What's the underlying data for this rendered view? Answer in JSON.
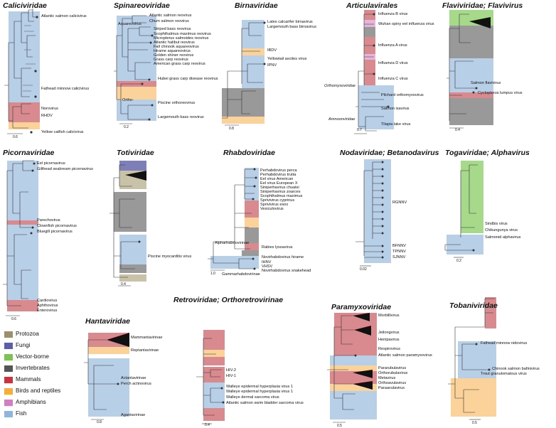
{
  "legend": [
    {
      "label": "Protozoa",
      "color": "#9b8f6e"
    },
    {
      "label": "Fungi",
      "color": "#5d5ea8"
    },
    {
      "label": "Vector-borne",
      "color": "#7dc254"
    },
    {
      "label": "Invertebrates",
      "color": "#555555"
    },
    {
      "label": "Mammals",
      "color": "#c6353e"
    },
    {
      "label": "Birds and reptiles",
      "color": "#f6ad3c"
    },
    {
      "label": "Amphibians",
      "color": "#d27fc0"
    },
    {
      "label": "Fish",
      "color": "#8fb5dc"
    }
  ],
  "panels": [
    {
      "id": "caliciviridae",
      "title": "Caliciviridae",
      "scale": "0.6",
      "labels": [
        "Atlantic salmon calicivirus",
        "Fathead minnow calicivirus",
        "Norovirus",
        "RHDV",
        "Yellow catfish calicivirus"
      ]
    },
    {
      "id": "spinareoviridae",
      "title": "Spinareoviridae",
      "scale": "0.2",
      "labels": [
        "Atlantic salmon reovirus",
        "Chum salmon reovirus",
        "Aquareovirus",
        "Striped bass reovirus",
        "Scophthalmus maximus reovirus",
        "Micropterus salmoides reovirus",
        "Atlantic halibut reovirus",
        "Fall chinook aquareovirus",
        "Hirame aquareovirus",
        "Golden shiner reovirus",
        "Grass carp reovirus",
        "American grass carp reovirus",
        "Hubei grass carp disease reovirus",
        "Ortho-",
        "Piscine orthoreovirus",
        "Largemouth bass reovirus"
      ]
    },
    {
      "id": "birnaviridae",
      "title": "Birnaviridae",
      "scale": "0.8",
      "labels": [
        "Lates calcarifer birnavirus",
        "Largemouth bass birnavirus",
        "IBDV",
        "Yellowtail ascites virus",
        "IPNV"
      ]
    },
    {
      "id": "articulavirales",
      "title": "Articulavirales",
      "scale": "0.7",
      "labels": [
        "Influenza B virus",
        "Wuhan spiny eel influenza virus",
        "Influenza A virus",
        "Influenza D virus",
        "Influenza C virus",
        "Orthomyxoviridae",
        "Pilchard orthomyxovirus",
        "Salmon isavirus",
        "Amnoonviridae",
        "Tilapia lake virus"
      ]
    },
    {
      "id": "flaviviridae",
      "title": "Flaviviridae; Flavivirus",
      "scale": "0.4",
      "labels": [
        "Salmon flavivirus",
        "Cyclopterus lumpus virus"
      ]
    },
    {
      "id": "picornaviridae",
      "title": "Picornaviridae",
      "scale": "0.6",
      "labels": [
        "Eel picornavirus",
        "Gilthead seabream picornavirus",
        "Parechovirus",
        "Clownfish picornavirus",
        "Bluegill picornavirus",
        "Cardiovirus",
        "Aphthovirus",
        "Enterovirus"
      ]
    },
    {
      "id": "totiviridae",
      "title": "Totiviridae",
      "scale": "0.4",
      "labels": [
        "Piscine myocarditis virus"
      ]
    },
    {
      "id": "rhabdoviridae",
      "title": "Rhabdoviridae",
      "scale": "1.0",
      "labels": [
        "Perhabdovirus perca",
        "Perhabdovirus trutta",
        "Eel virus American",
        "Eel virus European X",
        "Siniperhavirus chuatsi",
        "Siniperhavirus zoarces",
        "Scophthalmus maximus",
        "Sprivivirus cyprinus",
        "Sprivivirus esox",
        "Vesiculovirus",
        "Alpharhabdovirinae",
        "Rabies lyssavirus",
        "Novirhabdovirus hirame",
        "IHNV",
        "VHSV",
        "Novirhabdovirus snakehead",
        "Gammarhabdovirinae"
      ]
    },
    {
      "id": "nodaviridae",
      "title": "Nodaviridae; Betanodavirus",
      "scale": "0.02",
      "labels": [
        "RGNNV",
        "BFNNV",
        "TPNNV",
        "SJNNV"
      ]
    },
    {
      "id": "togaviridae",
      "title": "Togaviridae; Alphavirus",
      "scale": "0.2",
      "labels": [
        "Sindbis virus",
        "Chikungunya virus",
        "Salmonid alphavirus"
      ]
    },
    {
      "id": "hantaviridae",
      "title": "Hantaviridae",
      "scale": "0.8",
      "labels": [
        "Mammantavirinae",
        "Reptantavirinae",
        "Actantavirinae",
        "Perch actinovirus",
        "Agantavirinae"
      ]
    },
    {
      "id": "retroviridae",
      "title": "Retroviridae; Orthoretrovirinae",
      "scale": "0.4",
      "labels": [
        "HIV-2",
        "HIV-1",
        "Walleye epidermal hyperplasia virus 1",
        "Walleye epidermal hyperplasia virus 1",
        "Walleye dermal sarcoma virus",
        "Atlantic salmon swim bladder sarcoma virus"
      ]
    },
    {
      "id": "paramyxoviridae",
      "title": "Paramyxoviridae",
      "scale": "0.5",
      "labels": [
        "Morbillivirus",
        "Jeilongvirus",
        "Henipavirus",
        "Respirovirus",
        "Atlantic salmon paramyxovirus",
        "Pararubulavirus",
        "Orthorubulavirus",
        "Metavirus",
        "Orthoavulavirus",
        "Paraavulavirus"
      ]
    },
    {
      "id": "tobaniviridae",
      "title": "Tobaniviridae",
      "scale": "0.5",
      "labels": [
        "Fathead minnow nidovirus",
        "Chinook salmon bafinivirus",
        "Trout granulomatous virus"
      ]
    }
  ]
}
